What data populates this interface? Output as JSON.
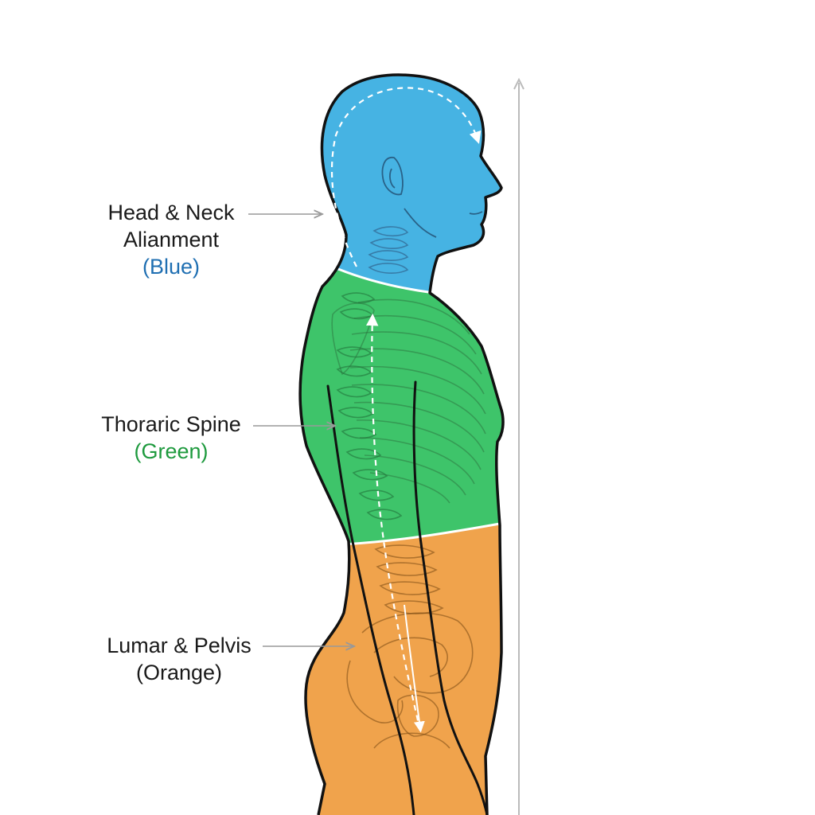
{
  "colors": {
    "head_neck": "#46b3e3",
    "thoracic": "#3ec46a",
    "lumbar": "#f0a34c",
    "outline": "#111111",
    "blue_text": "#1f6fb2",
    "green_text": "#1e9a3e",
    "label_text": "#1a1a1a",
    "axis": "#bbbbbb"
  },
  "regions": [
    {
      "line1": "Head & Neck",
      "line2": "Alianment",
      "color_label": "(Blue)"
    },
    {
      "line1": "Thoraric Spine",
      "color_label": "(Green)"
    },
    {
      "line1": "Lumar & Pelvis",
      "color_label": "(Orange)"
    }
  ]
}
